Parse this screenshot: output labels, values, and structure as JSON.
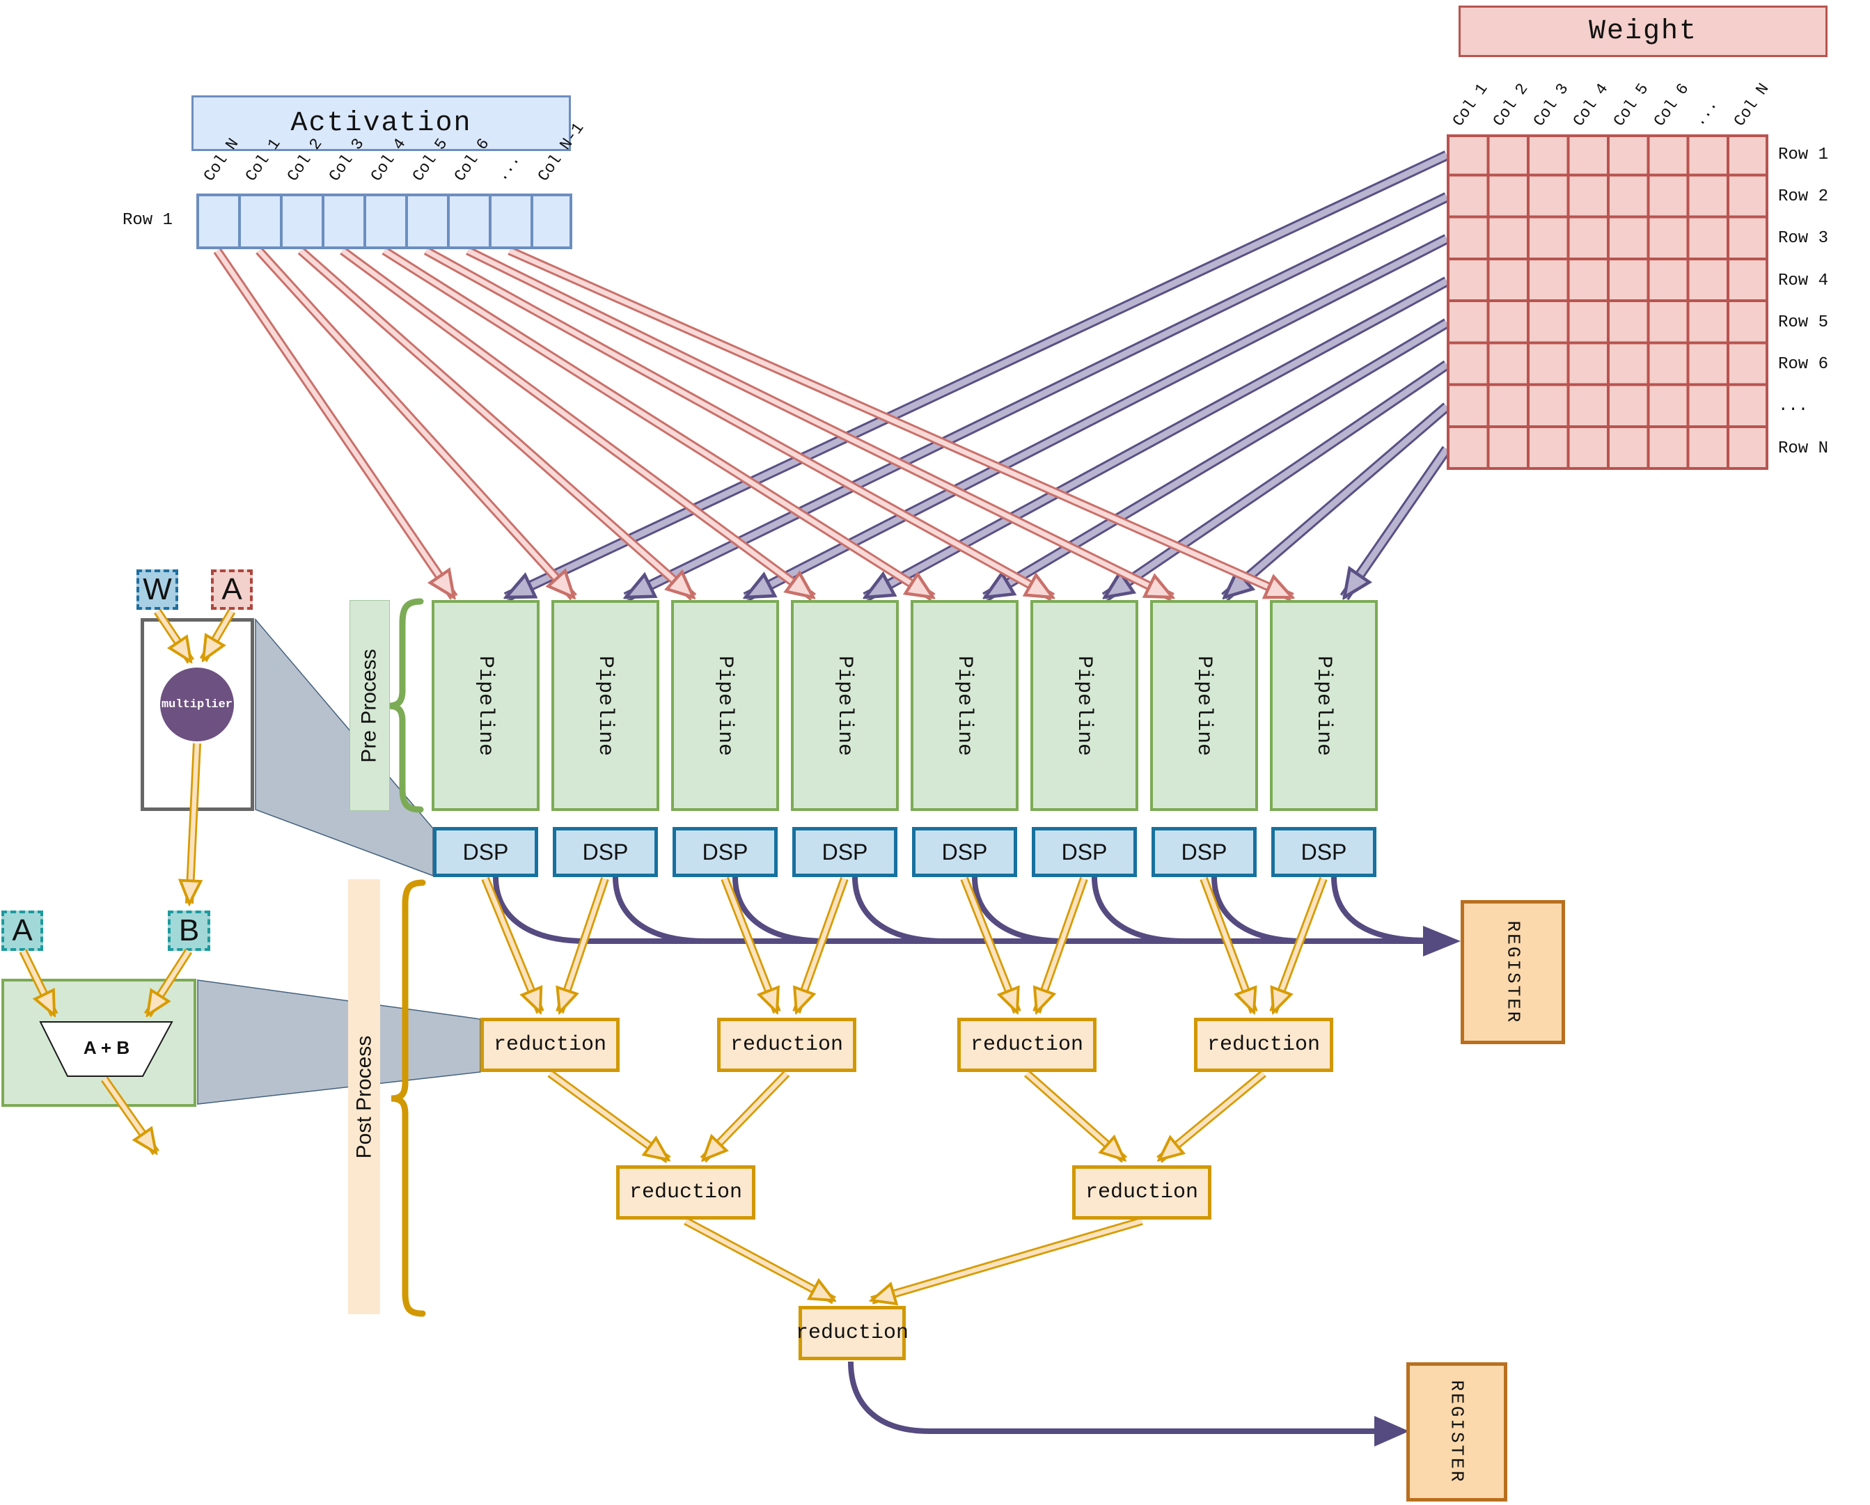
{
  "activation": {
    "title": "Activation",
    "row_label": "Row 1",
    "col_labels": [
      "Col N",
      "Col 1",
      "Col 2",
      "Col 3",
      "Col 4",
      "Col 5",
      "Col 6",
      "...",
      "Col N-1"
    ]
  },
  "weight": {
    "title": "Weight",
    "col_labels": [
      "Col 1",
      "Col 2",
      "Col 3",
      "Col 4",
      "Col 5",
      "Col 6",
      "...",
      "Col N"
    ],
    "row_labels": [
      "Row 1",
      "Row 2",
      "Row 3",
      "Row 4",
      "Row 5",
      "Row 6",
      "...",
      "Row N"
    ],
    "grid_rows": 8,
    "grid_cols": 8
  },
  "process": {
    "pre": "Pre Process",
    "post": "Post Process"
  },
  "pipelines": [
    {
      "label": "Pipeline"
    },
    {
      "label": "Pipeline"
    },
    {
      "label": "Pipeline"
    },
    {
      "label": "Pipeline"
    },
    {
      "label": "Pipeline"
    },
    {
      "label": "Pipeline"
    },
    {
      "label": "Pipeline"
    },
    {
      "label": "Pipeline"
    }
  ],
  "dsps": [
    {
      "label": "DSP"
    },
    {
      "label": "DSP"
    },
    {
      "label": "DSP"
    },
    {
      "label": "DSP"
    },
    {
      "label": "DSP"
    },
    {
      "label": "DSP"
    },
    {
      "label": "DSP"
    },
    {
      "label": "DSP"
    }
  ],
  "reductions": {
    "level1": [
      "reduction",
      "reduction",
      "reduction",
      "reduction"
    ],
    "level2": [
      "reduction",
      "reduction"
    ],
    "level3": [
      "reduction"
    ]
  },
  "registers": {
    "top": {
      "label": "REGISTER"
    },
    "bottom": {
      "label": "REGISTER"
    }
  },
  "multiplier_detail": {
    "w": "W",
    "a": "A",
    "unit": "multiplier"
  },
  "adder_detail": {
    "a": "A",
    "b": "B",
    "unit": "A + B"
  },
  "colors": {
    "activation_fill": "#dae8fc",
    "activation_stroke": "#6c8ebf",
    "weight_fill": "#f4cfcb",
    "weight_stroke": "#b85450",
    "pipeline_fill": "#d5e8d4",
    "pipeline_stroke": "#7cab55",
    "dsp_fill": "#c7e0f0",
    "dsp_stroke": "#17719f",
    "reduction_fill": "#fce8cf",
    "reduction_stroke": "#d29800",
    "register_fill": "#fcd9ac",
    "register_stroke": "#b96f1f",
    "multiplier_fill": "#6d5181",
    "arrow_pink": "#c9706a",
    "arrow_purple": "#5a5084",
    "arrow_orange": "#d79b00",
    "cone_fill": "#b7c1ce"
  }
}
